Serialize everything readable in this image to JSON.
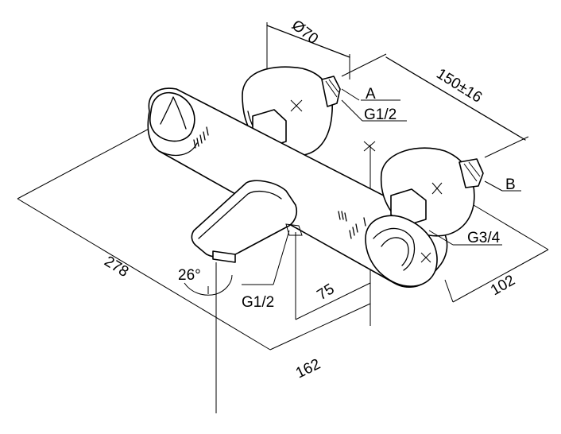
{
  "dimensions": {
    "dia": "Ø70",
    "span": "150±16",
    "port_a": "A",
    "thread_a": "G1/2",
    "port_b": "B",
    "thread_b": "G3/4",
    "depth": "102",
    "length": "278",
    "spout_angle": "26°",
    "thread_spout": "G1/2",
    "spout_offset": "75",
    "spout_reach": "162"
  }
}
